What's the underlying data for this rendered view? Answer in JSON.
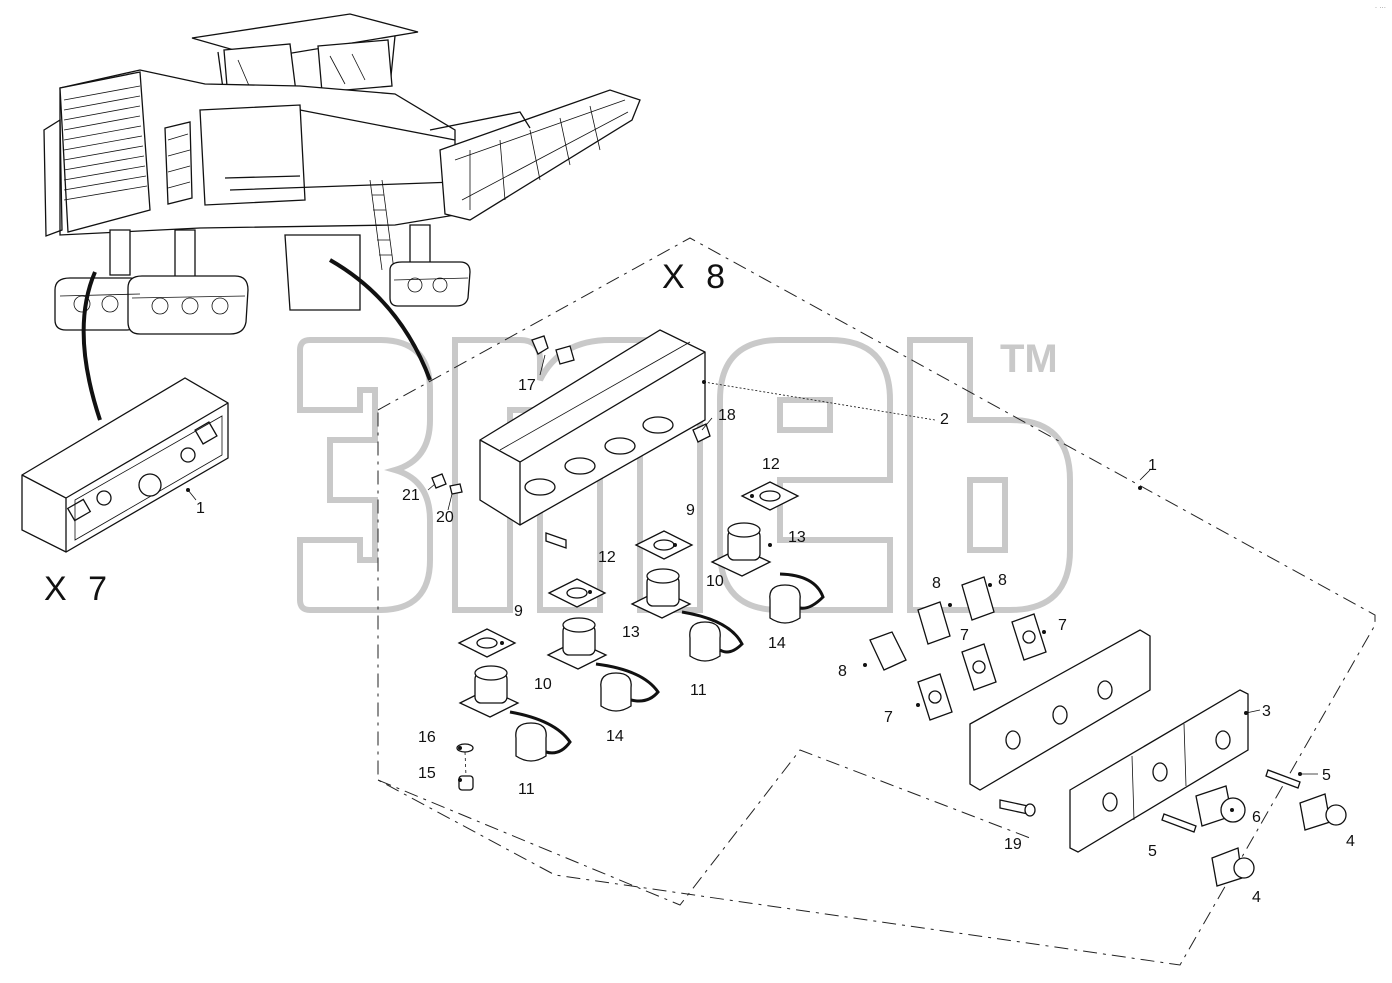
{
  "corner_mark": "· ···",
  "watermark": {
    "trademark": "TM"
  },
  "views": {
    "x7_label": "X 7",
    "x8_label": "X 8"
  },
  "callouts": [
    {
      "id": "c-x7-1",
      "text": "1"
    },
    {
      "id": "c-2",
      "text": "2"
    },
    {
      "id": "c-1",
      "text": "1"
    },
    {
      "id": "c-17",
      "text": "17"
    },
    {
      "id": "c-18",
      "text": "18"
    },
    {
      "id": "c-21",
      "text": "21"
    },
    {
      "id": "c-20",
      "text": "20"
    },
    {
      "id": "c-12a",
      "text": "12"
    },
    {
      "id": "c-9a",
      "text": "9"
    },
    {
      "id": "c-13a",
      "text": "13"
    },
    {
      "id": "c-10a",
      "text": "10"
    },
    {
      "id": "c-14a",
      "text": "14"
    },
    {
      "id": "c-12b",
      "text": "12"
    },
    {
      "id": "c-13b",
      "text": "13"
    },
    {
      "id": "c-9b",
      "text": "9"
    },
    {
      "id": "c-11a",
      "text": "11"
    },
    {
      "id": "c-10b",
      "text": "10"
    },
    {
      "id": "c-14b",
      "text": "14"
    },
    {
      "id": "c-16",
      "text": "16"
    },
    {
      "id": "c-15",
      "text": "15"
    },
    {
      "id": "c-11b",
      "text": "11"
    },
    {
      "id": "c-8a",
      "text": "8"
    },
    {
      "id": "c-8b",
      "text": "8"
    },
    {
      "id": "c-8c",
      "text": "8"
    },
    {
      "id": "c-7a",
      "text": "7"
    },
    {
      "id": "c-7b",
      "text": "7"
    },
    {
      "id": "c-7c",
      "text": "7"
    },
    {
      "id": "c-3",
      "text": "3"
    },
    {
      "id": "c-5a",
      "text": "5"
    },
    {
      "id": "c-6",
      "text": "6"
    },
    {
      "id": "c-4a",
      "text": "4"
    },
    {
      "id": "c-19",
      "text": "19"
    },
    {
      "id": "c-5b",
      "text": "5"
    },
    {
      "id": "c-4b",
      "text": "4"
    }
  ]
}
